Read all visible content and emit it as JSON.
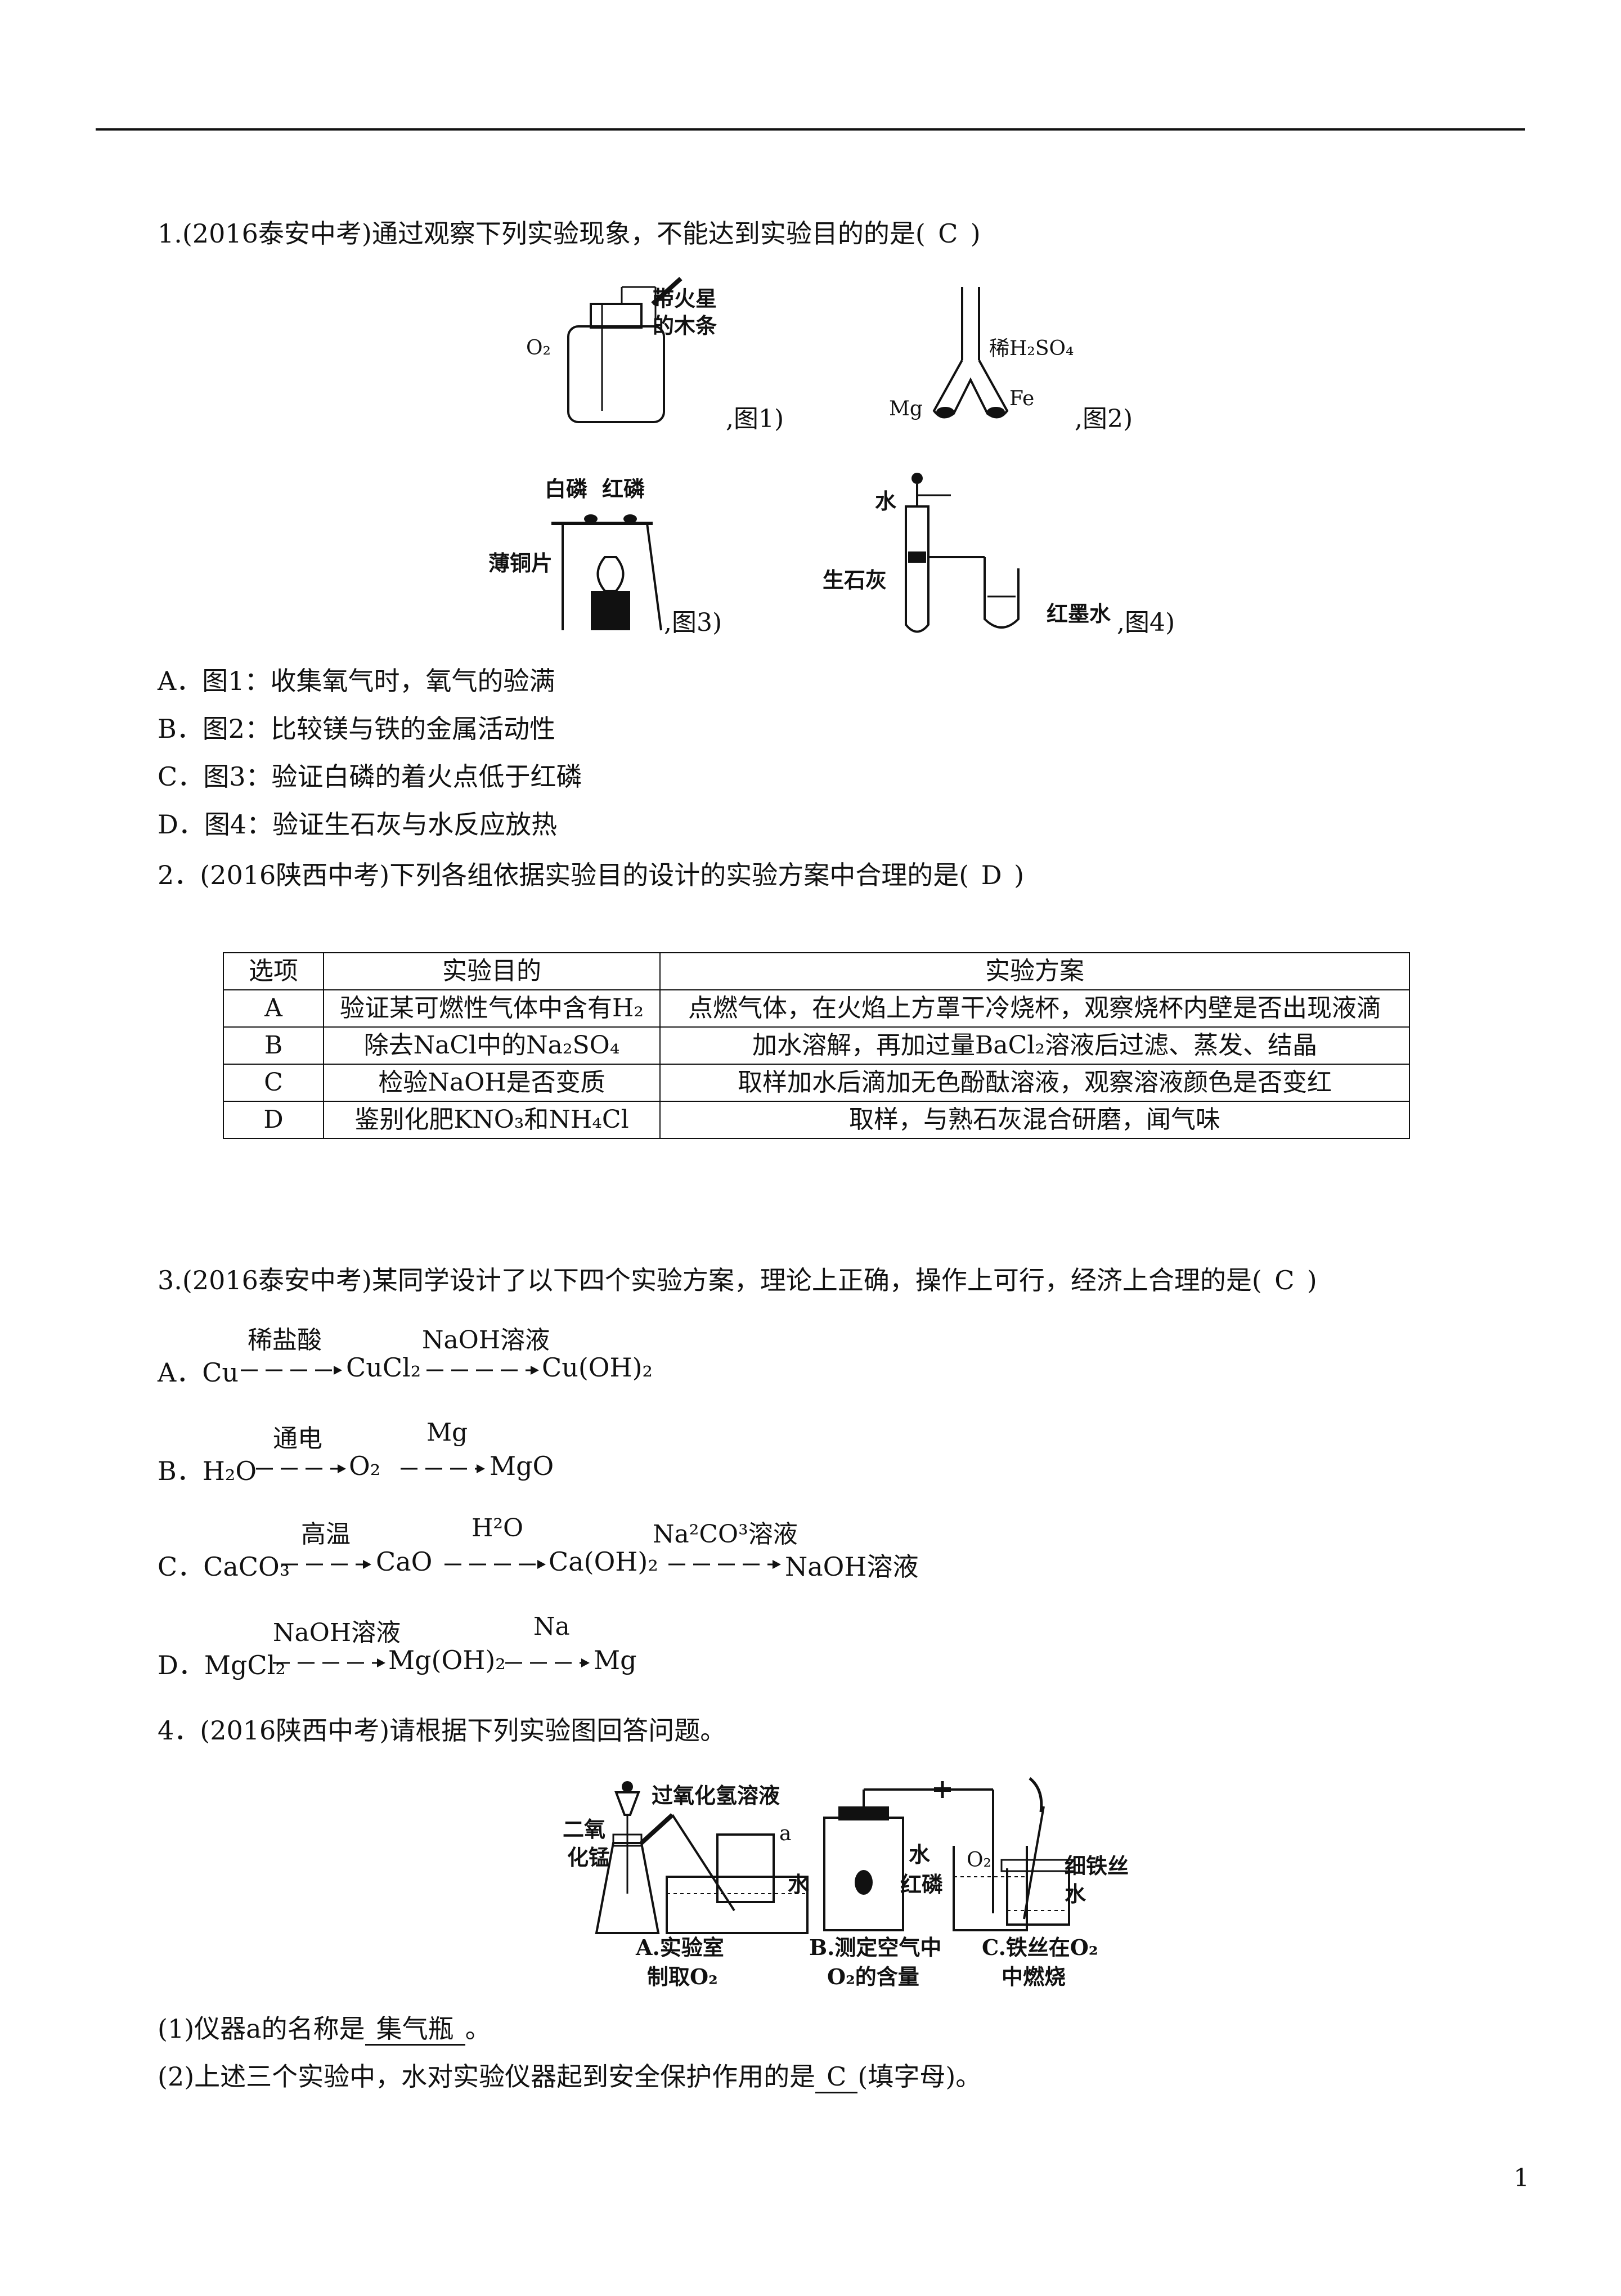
{
  "q1": {
    "stem": "1.(2016泰安中考)通过观察下列实验现象，不能达到实验目的的是(",
    "answer": "C",
    "close": ")",
    "fig1": {
      "caption": ",图1)",
      "o2": "O₂",
      "label1": "带火星",
      "label2": "的木条"
    },
    "fig2": {
      "caption": ",图2)",
      "mg": "Mg",
      "fe": "Fe",
      "acid": "稀H₂SO₄"
    },
    "fig3": {
      "caption": ",图3)",
      "white": "白磷",
      "red": "红磷",
      "copper": "薄铜片"
    },
    "fig4": {
      "caption": ",图4)",
      "water": "水",
      "lime": "生石灰",
      "ink": "红墨水"
    },
    "options": [
      "A．图1：收集氧气时，氧气的验满",
      "B．图2：比较镁与铁的金属活动性",
      "C．图3：验证白磷的着火点低于红磷",
      "D．图4：验证生石灰与水反应放热"
    ]
  },
  "q2": {
    "stem": "2．(2016陕西中考)下列各组依据实验目的设计的实验方案中合理的是(",
    "answer": "D",
    "close": ")",
    "headers": [
      "选项",
      "实验目的",
      "实验方案"
    ],
    "rows": [
      [
        "A",
        "验证某可燃性气体中含有H₂",
        "点燃气体，在火焰上方罩干冷烧杯，观察烧杯内壁是否出现液滴"
      ],
      [
        "B",
        "除去NaCl中的Na₂SO₄",
        "加水溶解，再加过量BaCl₂溶液后过滤、蒸发、结晶"
      ],
      [
        "C",
        "检验NaOH是否变质",
        "取样加水后滴加无色酚酞溶液，观察溶液颜色是否变红"
      ],
      [
        "D",
        "鉴别化肥KNO₃和NH₄Cl",
        "取样，与熟石灰混合研磨，闻气味"
      ]
    ]
  },
  "q3": {
    "stem": "3.(2016泰安中考)某同学设计了以下四个实验方案，理论上正确，操作上可行，经济上合理的是(",
    "answer": "C",
    "close": ")",
    "a": {
      "label": "A．Cu",
      "c1": "稀盐酸",
      "m1": "CuCl₂",
      "c2": "NaOH溶液",
      "m2": "Cu(OH)₂"
    },
    "b": {
      "label": "B．H₂O",
      "c1": "通电",
      "m1": "O₂",
      "c2": "Mg",
      "m2": "MgO"
    },
    "c": {
      "label": "C．CaCO₃",
      "c1": "高温",
      "m1": "CaO",
      "c2": "H²O",
      "m2": "Ca(OH)₂",
      "c3": "Na²CO³溶液",
      "m3": "NaOH溶液"
    },
    "d": {
      "label": "D．MgCl₂",
      "c1": "NaOH溶液",
      "m1": "Mg(OH)₂",
      "c2": "Na",
      "m2": "Mg"
    }
  },
  "q4": {
    "stem": "4．(2016陕西中考)请根据下列实验图回答问题。",
    "figA": {
      "reagent": "过氧化氢溶液",
      "mno2_1": "二氧",
      "mno2_2": "化锰",
      "a": "a",
      "water": "水",
      "cap1": "A.实验室",
      "cap2": "制取O₂"
    },
    "figB": {
      "water": "水",
      "p": "红磷",
      "cap1": "B.测定空气中",
      "cap2": "O₂的含量"
    },
    "figC": {
      "o2": "O₂",
      "wire": "细铁丝",
      "water": "水",
      "cap1": "C.铁丝在O₂",
      "cap2": "中燃烧"
    },
    "sub1": {
      "pre": "(1)仪器a的名称是",
      "ans": "集气瓶",
      "post": "。"
    },
    "sub2": {
      "pre": "(2)上述三个实验中，水对实验仪器起到安全保护作用的是",
      "ans": "C",
      "post": "(填字母)。"
    }
  },
  "page_number": "1"
}
